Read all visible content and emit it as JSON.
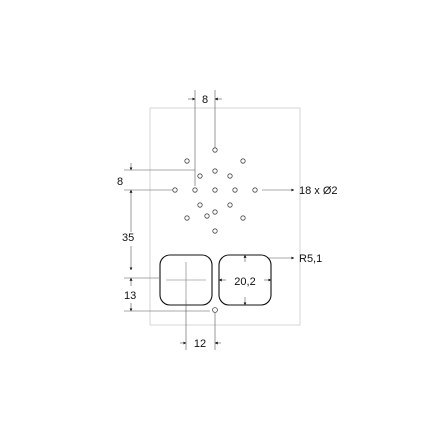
{
  "dimensions": {
    "top_spacing": "8",
    "left_spacing": "8",
    "hole_callout": "18 x Ø2",
    "vertical_offset": "35",
    "lower_offset": "13",
    "corner_radius": "R5,1",
    "cutout_size": "20,2",
    "horizontal_offset": "12"
  },
  "colors": {
    "line": "#111111",
    "outline": "#cccccc",
    "hole_stroke": "#444444"
  }
}
